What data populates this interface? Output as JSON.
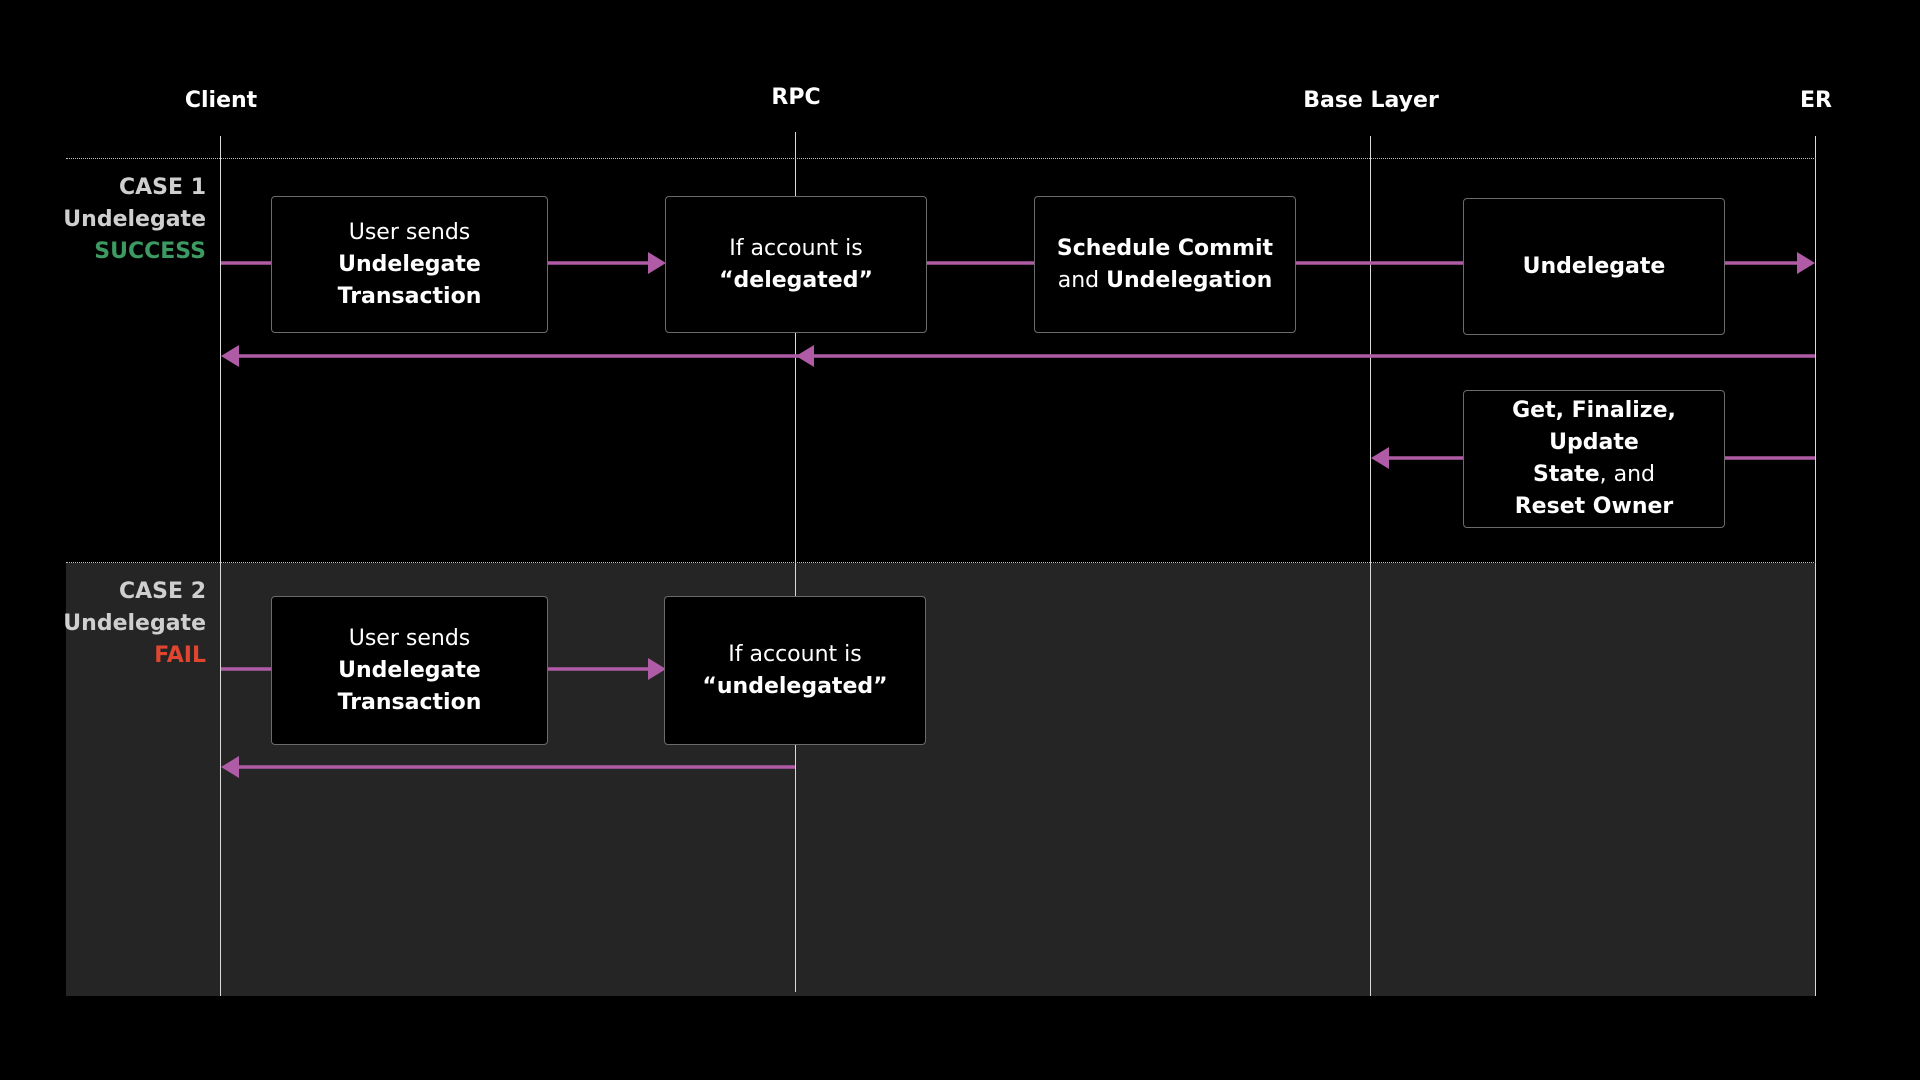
{
  "actors": {
    "client": "Client",
    "rpc": "RPC",
    "base_layer": "Base Layer",
    "er": "ER"
  },
  "case1": {
    "label": "CASE 1",
    "action": "Undelegate",
    "result": "SUCCESS",
    "result_color": "#3c9a62",
    "box_user_line1": "User sends",
    "box_user_line2": "Undelegate",
    "box_user_line3": "Transaction",
    "box_rpc_line1": "If account is",
    "box_rpc_line2": "“delegated”",
    "box_schedule_line1": "Schedule Commit",
    "box_schedule_and": "and",
    "box_schedule_bold": "Undelegation",
    "box_undelegate": "Undelegate",
    "box_finalize_line1": "Get, Finalize, Update",
    "box_finalize_state": "State",
    "box_finalize_and": ", and",
    "box_finalize_line3": "Reset Owner"
  },
  "case2": {
    "label": "CASE 2",
    "action": "Undelegate",
    "result": "FAIL",
    "result_color": "#e0462f",
    "box_user_line1": "User sends",
    "box_user_line2": "Undelegate",
    "box_user_line3": "Transaction",
    "box_rpc_line1": "If account is",
    "box_rpc_line2": "“undelegated”"
  },
  "colors": {
    "background": "#000000",
    "case2_background": "#252525",
    "arrow": "#b05ba6",
    "box_border": "#6b6b6b"
  }
}
